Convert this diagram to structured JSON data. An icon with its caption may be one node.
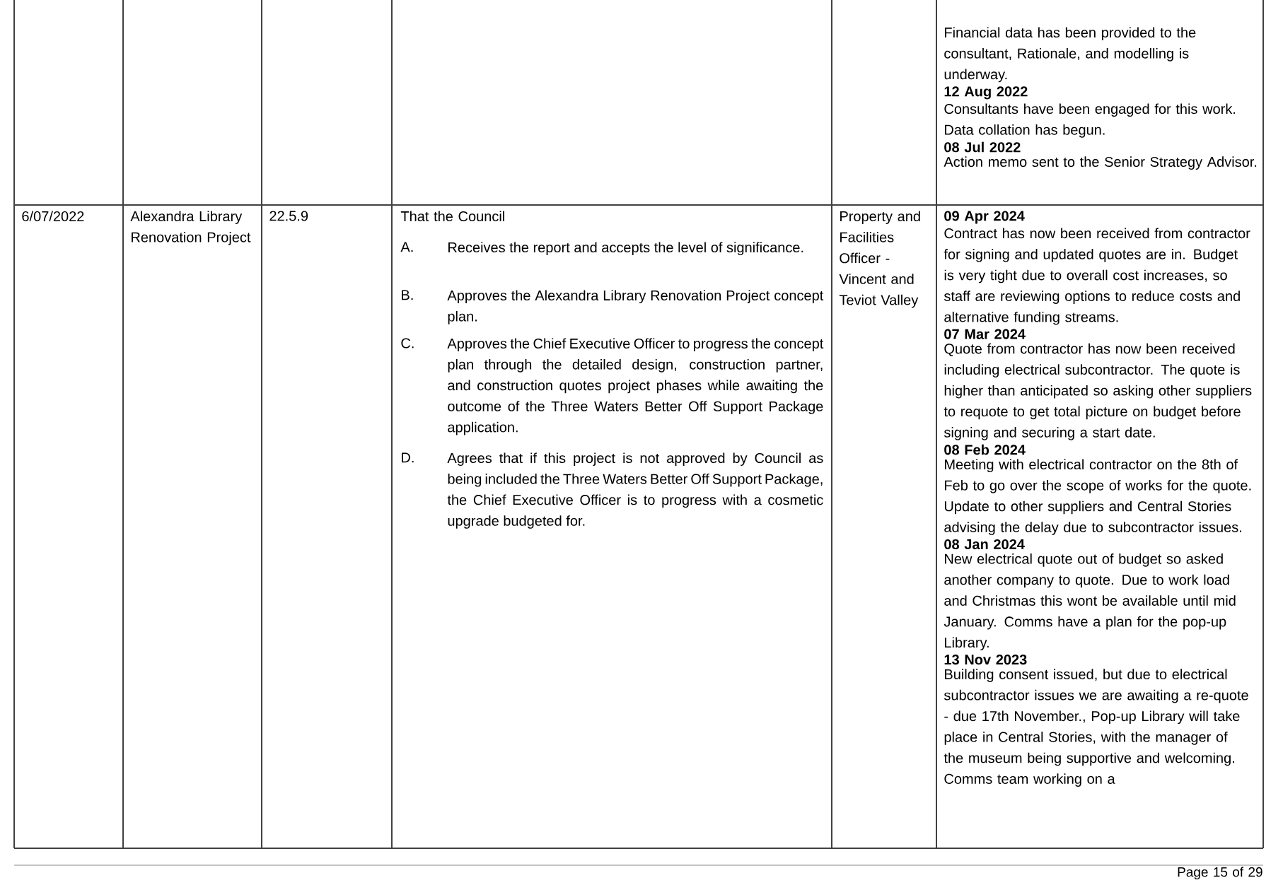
{
  "diagram": {
    "labels": [
      "Financial data has been provided to the consultant, Rationale, and modelling is underway.",
      "12 Aug 2022",
      "Consultants have been engaged for this work. Data collation has begun.",
      "08 Jul 2022",
      "Action memo sent to the Senior Strategy Advisor.",
      "6/07/2022",
      "Alexandra Library Renovation Project",
      "22.5.9",
      "That the Council",
      "A.",
      "Receives the report and accepts the level of significance.",
      "B.",
      "Approves the Alexandra Library Renovation Project concept plan.",
      "C.",
      "Approves the Chief Executive Officer to progress the concept plan through the detailed design, construction partner, and construction quotes project phases while awaiting the outcome of the Three Waters Better Off Support Package application.",
      "D.",
      "Agrees that if this project is not approved by Council as being included the Three Waters Better Off Support Package, the Chief Executive Officer is to progress with a cosmetic upgrade budgeted for.",
      "Property and Facilities Officer - Vincent and Teviot Valley",
      "09 Apr 2024",
      "Contract has now been received from contractor for signing and updated quotes are in. Budget is very tight due to overall cost increases, so staff are reviewing options to reduce costs and alternative funding streams.",
      "07 Mar 2024",
      "Quote from contractor has now been received including electrical subcontractor. The quote is higher than anticipated so asking other suppliers to requote to get total picture on budget before signing and securing a start date.",
      "08 Feb 2024",
      "Meeting with electrical contractor on the 8th of Feb to go over the scope of works for the quote. Update to other suppliers and Central Stories advising the delay due to subcontractor issues.",
      "08 Jan 2024",
      "New electrical quote out of budget so asked another company to quote. Due to work load and Christmas this wont be available until mid January. Comms have a plan for the pop-up Library.",
      "13 Nov 2023",
      "Building consent issued, but due to electrical subcontractor issues we are awaiting a re-quote - due 17th November., Pop-up Library will take place in Central Stories, with the manager of the museum being supportive and welcoming. Comms team working on a",
      "Page 15 of 29"
    ]
  }
}
